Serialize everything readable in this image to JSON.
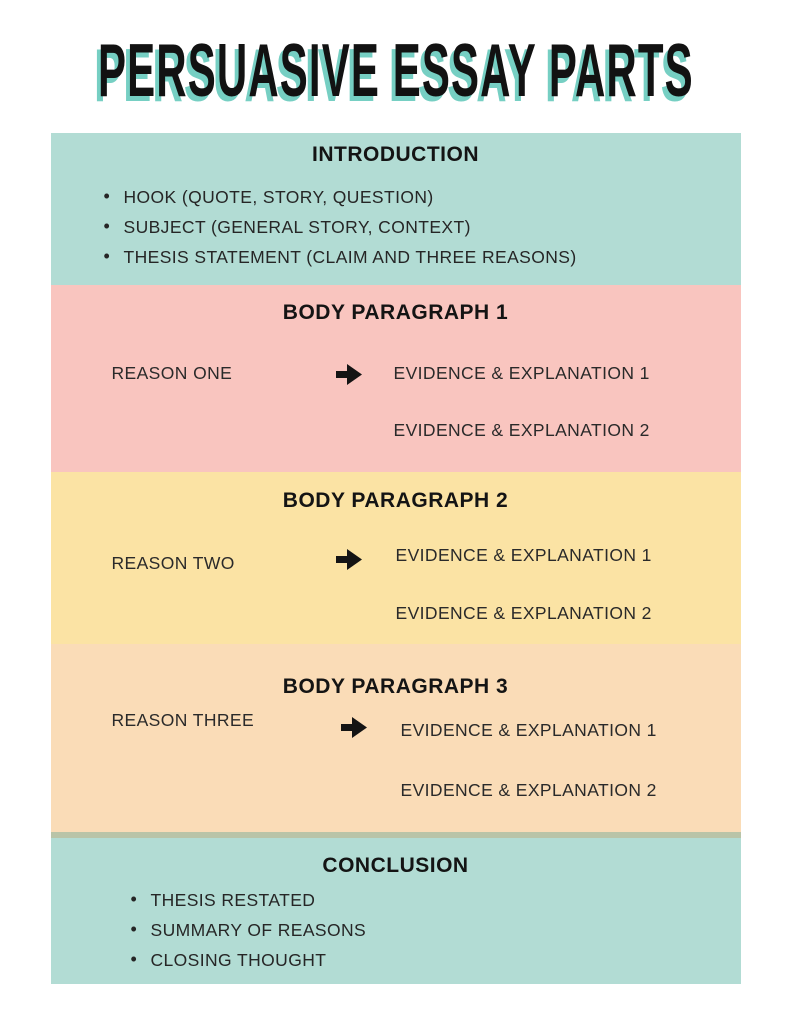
{
  "title": "PERSUASIVE ESSAY PARTS",
  "icons": {
    "bullet_glyph": "•",
    "arrow": "arrow-right"
  },
  "colors": {
    "background": "#ffffff",
    "teal": "#b2dcd4",
    "pink": "#f9c5bf",
    "yellow": "#fbe3a4",
    "peach": "#fadcb7",
    "title_shadow": "#76cfc3",
    "divider": "#b9c4a8",
    "heading_text": "#141414",
    "body_text": "#262626"
  },
  "sections": [
    {
      "id": "introduction",
      "heading": "INTRODUCTION",
      "bullets": [
        "HOOK (QUOTE, STORY, QUESTION)",
        "SUBJECT (GENERAL STORY, CONTEXT)",
        "THESIS STATEMENT (CLAIM AND THREE REASONS)"
      ]
    },
    {
      "id": "body-paragraph-1",
      "heading": "BODY PARAGRAPH 1",
      "reason": "REASON ONE",
      "evidence": [
        "EVIDENCE & EXPLANATION 1",
        "EVIDENCE & EXPLANATION 2"
      ]
    },
    {
      "id": "body-paragraph-2",
      "heading": "BODY PARAGRAPH 2",
      "reason": "REASON TWO",
      "evidence": [
        "EVIDENCE & EXPLANATION 1",
        "EVIDENCE & EXPLANATION 2"
      ]
    },
    {
      "id": "body-paragraph-3",
      "heading": "BODY PARAGRAPH 3",
      "reason": "REASON THREE",
      "evidence": [
        "EVIDENCE & EXPLANATION 1",
        "EVIDENCE & EXPLANATION 2"
      ]
    },
    {
      "id": "conclusion",
      "heading": "CONCLUSION",
      "bullets": [
        "THESIS RESTATED",
        "SUMMARY OF REASONS",
        "CLOSING THOUGHT"
      ]
    }
  ]
}
